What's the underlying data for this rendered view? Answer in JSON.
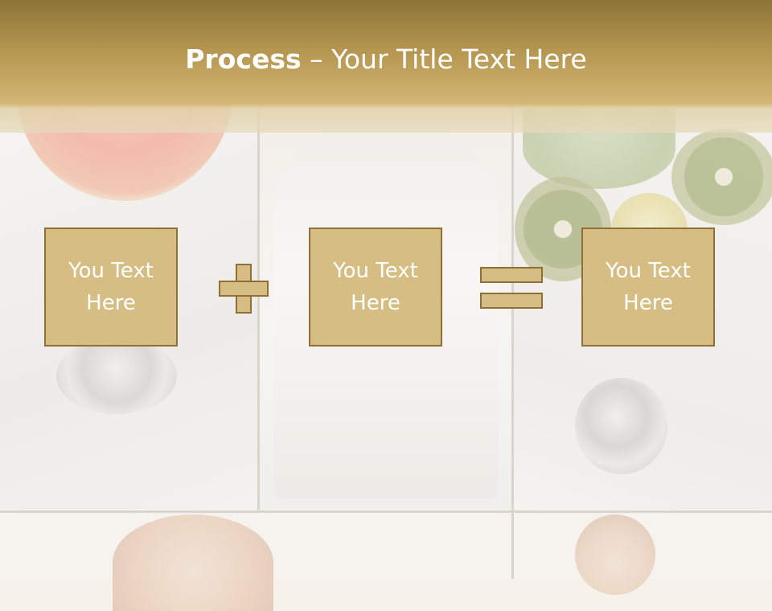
{
  "slide": {
    "title_bold": "Process",
    "title_rest": " – Your Title Text Here"
  },
  "process": {
    "box1": "You Text Here",
    "box2": "You Text Here",
    "box3": "You Text Here",
    "operator1": "plus-icon",
    "operator2": "equals-icon"
  },
  "colors": {
    "header_top": "#8b7338",
    "header_bottom": "#d3b674",
    "box_fill": "#d5bd83",
    "box_border": "#8e7036",
    "text": "#ffffff"
  }
}
